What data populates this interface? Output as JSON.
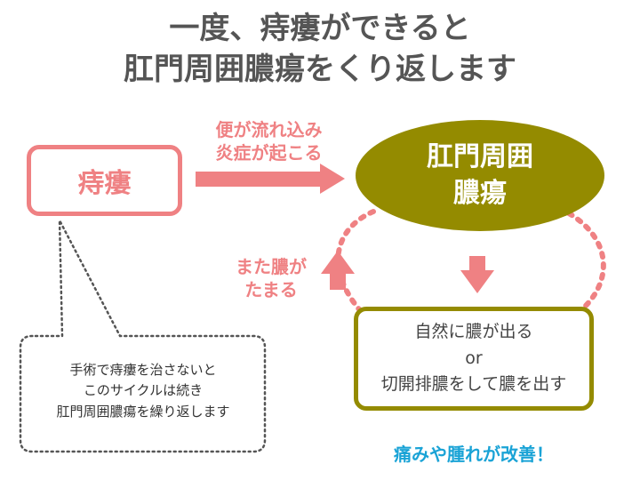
{
  "title": {
    "line1": "一度、痔瘻ができると",
    "line2": "肛門周囲膿瘍をくり返します"
  },
  "fistula": {
    "label": "痔瘻"
  },
  "abscess": {
    "line1": "肛門周囲",
    "line2": "膿瘍"
  },
  "arrow_label_top": {
    "line1": "便が流れ込み",
    "line2": "炎症が起こる"
  },
  "arrow_label_left": {
    "line1": "また膿が",
    "line2": "たまる"
  },
  "drain": {
    "line1": "自然に膿が出る",
    "line2": "or",
    "line3": "切開排膿をして膿を出す"
  },
  "callout": {
    "line1": "手術で痔瘻を治さないと",
    "line2": "このサイクルは続き",
    "line3": "肛門周囲膿瘍を繰り返します"
  },
  "improvement": "痛みや腫れが改善！",
  "colors": {
    "pink": "#ef8183",
    "olive": "#948b00",
    "blue": "#1aa3d6",
    "gray_text": "#555555"
  }
}
